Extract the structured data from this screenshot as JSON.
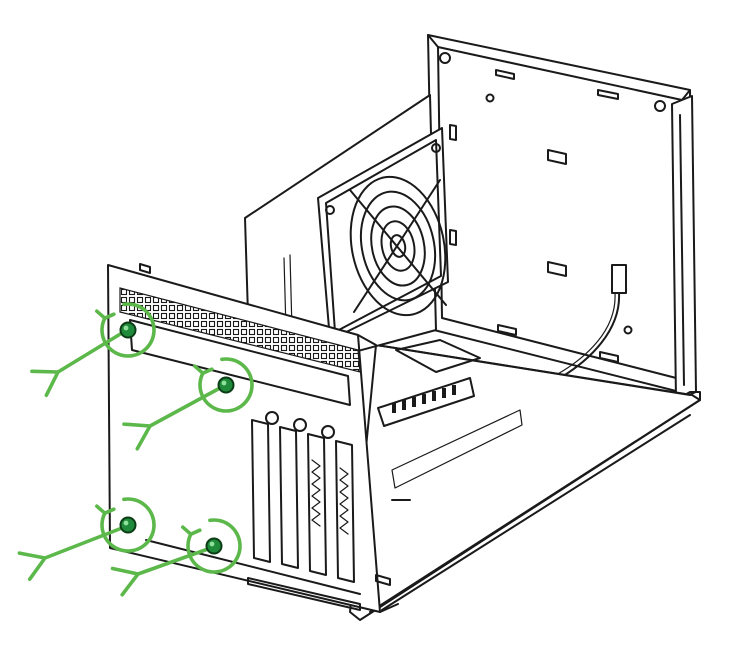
{
  "colors": {
    "line": "#1a1a1a",
    "background": "#ffffff",
    "arrow": "#5cb84a",
    "screw_head": "#1f8a3a",
    "screw_dark": "#0d3d17"
  },
  "icons": {
    "thumbscrew": "thumbscrew-icon",
    "rotate_arrow": "counterclockwise-arrow-icon",
    "pull_arrow": "pull-out-arrow-icon"
  },
  "diagram": {
    "subject": "enclosure-side-panel-removal",
    "screw_count": 4,
    "screws": [
      {
        "id": "top-left"
      },
      {
        "id": "top-right"
      },
      {
        "id": "bottom-left"
      },
      {
        "id": "bottom-right"
      }
    ]
  }
}
